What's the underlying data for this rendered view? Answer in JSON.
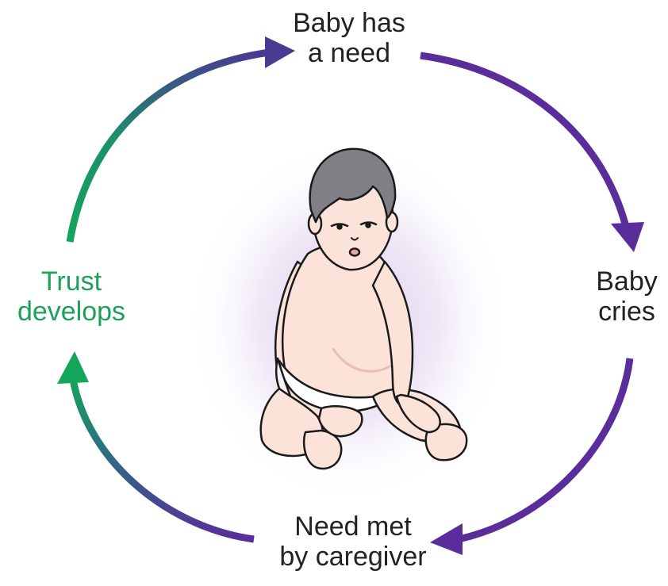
{
  "diagram": {
    "type": "cycle",
    "nodes": [
      {
        "id": "need",
        "lines": [
          "Baby has",
          "a need"
        ]
      },
      {
        "id": "cries",
        "lines": [
          "Baby",
          "cries"
        ]
      },
      {
        "id": "met",
        "lines": [
          "Need met",
          "by caregiver"
        ]
      },
      {
        "id": "trust",
        "lines": [
          "Trust",
          "develops"
        ]
      }
    ],
    "flow": [
      "need",
      "cries",
      "met",
      "trust",
      "need"
    ],
    "center_image": "seated-baby-illustration"
  },
  "colors": {
    "arrow_purple": "#5b2d9a",
    "arrow_green": "#14a55a",
    "text_dark": "#222222",
    "text_green": "#1fa05a",
    "glow": "#d9c8ea",
    "skin": "#fbe3d9",
    "skin_shadow": "#e9bfb0",
    "hair": "#7f7f85",
    "diaper": "#ffffff",
    "outline": "#1a1a1a"
  }
}
